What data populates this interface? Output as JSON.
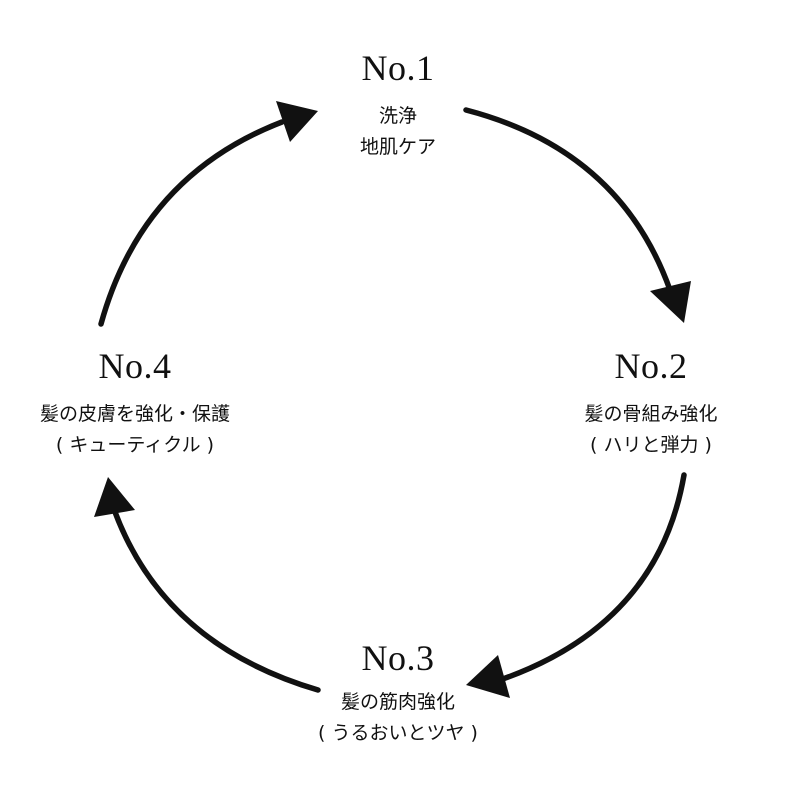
{
  "steps": [
    {
      "number": "No.1",
      "line1": "洗浄",
      "line2": "地肌ケア"
    },
    {
      "number": "No.2",
      "line1": "髪の骨組み強化",
      "line2": "( ハリと弾力 )"
    },
    {
      "number": "No.3",
      "line1": "髪の筋肉強化",
      "line2": "( うるおいとツヤ )"
    },
    {
      "number": "No.4",
      "line1": "髪の皮膚を強化・保護",
      "line2": "( キューティクル )"
    }
  ],
  "colors": {
    "ink": "#111111",
    "background": "#ffffff"
  }
}
